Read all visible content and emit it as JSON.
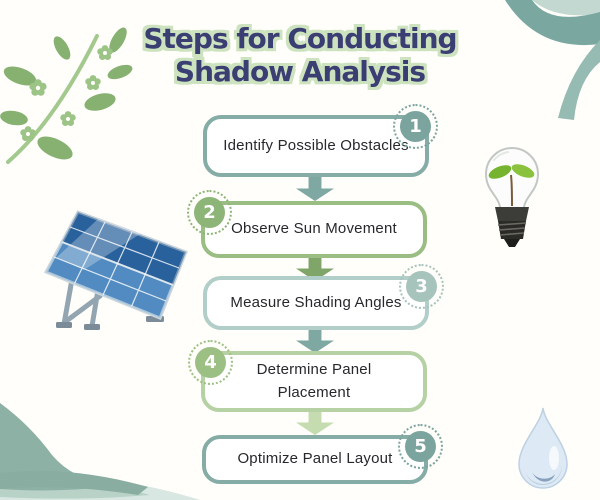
{
  "title": {
    "line1": "Steps for Conducting",
    "line2": "Shadow Analysis"
  },
  "steps": [
    {
      "number": "1",
      "label": "Identify Possible Obstacles",
      "badge_side": "right",
      "theme": "teal"
    },
    {
      "number": "2",
      "label": "Observe Sun Movement",
      "badge_side": "left",
      "theme": "green"
    },
    {
      "number": "3",
      "label": "Measure Shading Angles",
      "badge_side": "right",
      "theme": "pale-teal"
    },
    {
      "number": "4",
      "label": "Determine Panel\nPlacement",
      "badge_side": "left",
      "theme": "pale-green"
    },
    {
      "number": "5",
      "label": "Optimize Panel Layout",
      "badge_side": "right",
      "theme": "teal"
    }
  ],
  "arrows": [
    {
      "from": "1",
      "to": "2",
      "color": "#7fa8a2"
    },
    {
      "from": "2",
      "to": "3",
      "color": "#7fa569"
    },
    {
      "from": "3",
      "to": "4",
      "color": "#7fa8a2"
    },
    {
      "from": "4",
      "to": "5",
      "color": "#c5dcb0"
    }
  ],
  "colors": {
    "background": "#fffefa",
    "title_text": "#3a3e72",
    "title_outline": "#cde3bf",
    "step_text": "#26282b",
    "teal_border": "#86aca6",
    "teal_badge": "#7ca49e",
    "green_border": "#9abd84",
    "green_badge": "#8cb577",
    "pale_teal_border": "#b2cec8",
    "pale_teal_badge": "#a6c3bc",
    "pale_green_border": "#b6d2a4",
    "pale_green_badge": "#9cc084"
  },
  "decorations": {
    "branch": "leafy-branch-with-flowers",
    "solar_panel": "tilted-solar-panel",
    "lightbulb": "lightbulb-with-sprout",
    "water_drop": "water-droplet",
    "corner_top_right": "organic-leaf-swoosh",
    "corner_bottom_left": "organic-wave-shapes"
  }
}
